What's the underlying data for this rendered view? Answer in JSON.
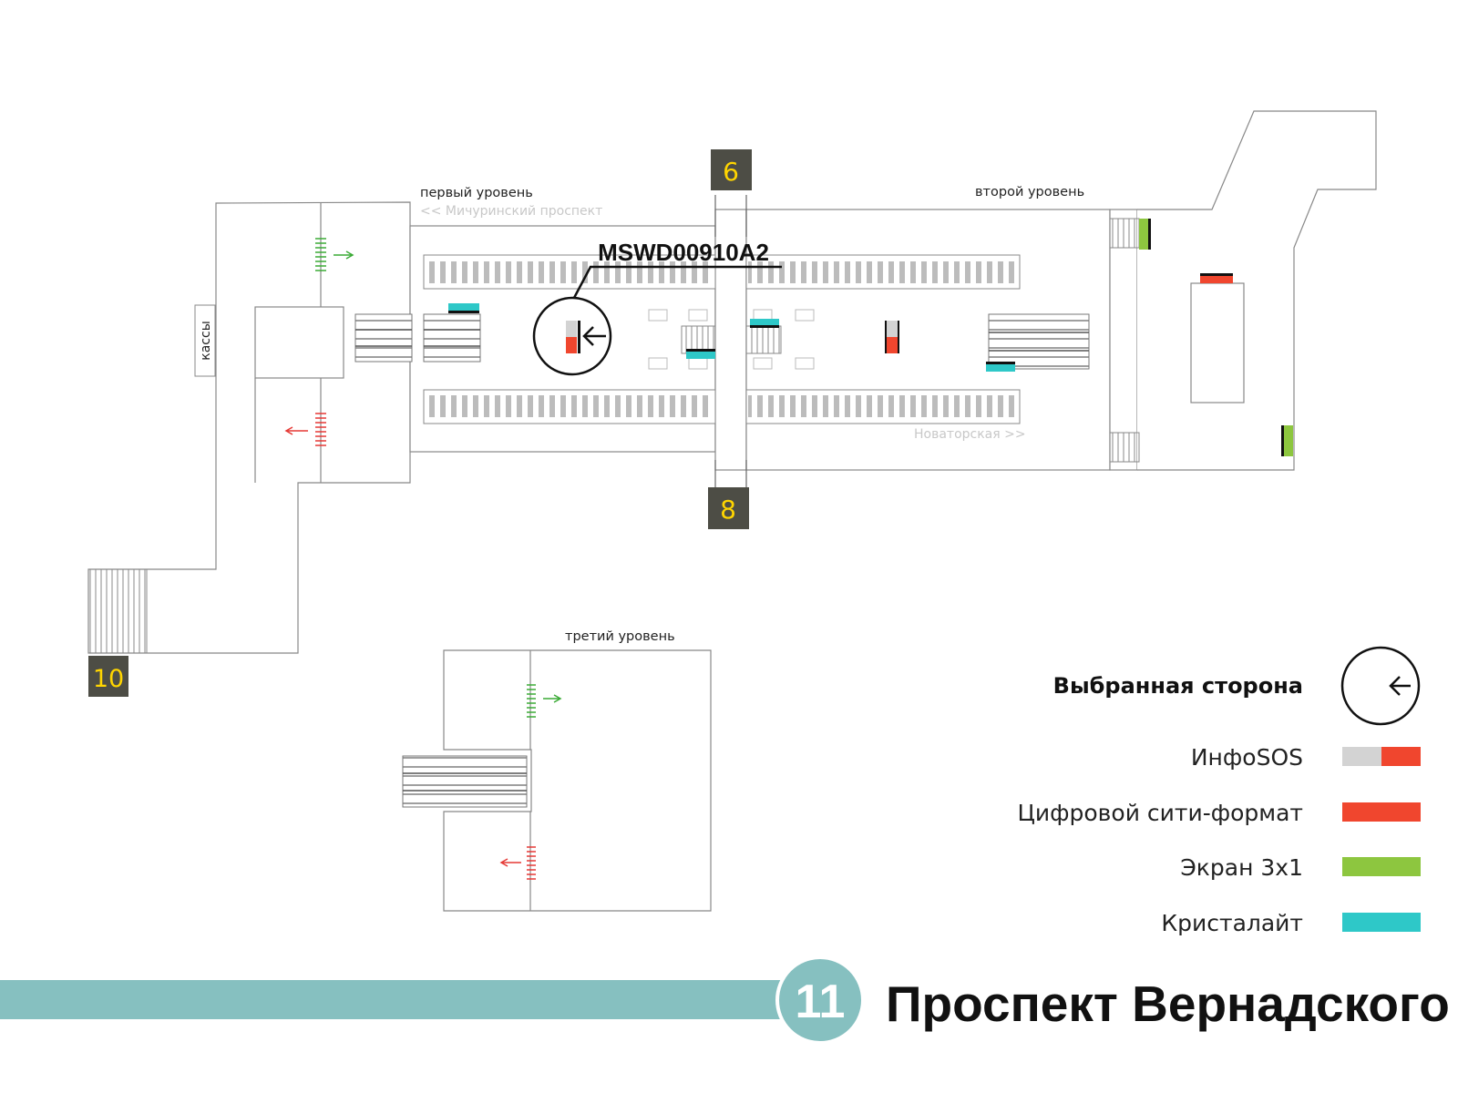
{
  "map": {
    "levels": {
      "first": "первый уровень",
      "second": "второй уровень",
      "third": "третий уровень"
    },
    "directions": {
      "left": "<< Мичуринский проспект",
      "right": "Новаторская >>"
    },
    "cashier": "кассы",
    "exits": [
      "6",
      "8",
      "10"
    ],
    "carrier_id": "MSWD00910A2"
  },
  "legend": {
    "selected_side": "Выбранная сторона",
    "items": [
      {
        "label": "ИнфоSOS",
        "color": "#f0462e",
        "secondary_color": "#d3d3d3"
      },
      {
        "label": "Цифровой сити-формат",
        "color": "#f0462e"
      },
      {
        "label": "Экран 3x1",
        "color": "#8dc63f"
      },
      {
        "label": "Кристалайт",
        "color": "#2ec8c8"
      }
    ]
  },
  "footer": {
    "line_number": "11",
    "station_name": "Проспект Вернадского",
    "line_color": "#86c0c0"
  },
  "colors": {
    "exit_badge_bg": "#4d4d45",
    "exit_badge_text": "#ffd500",
    "arrow_green": "#3aaa35",
    "arrow_red": "#e53935",
    "outline": "#888888"
  }
}
